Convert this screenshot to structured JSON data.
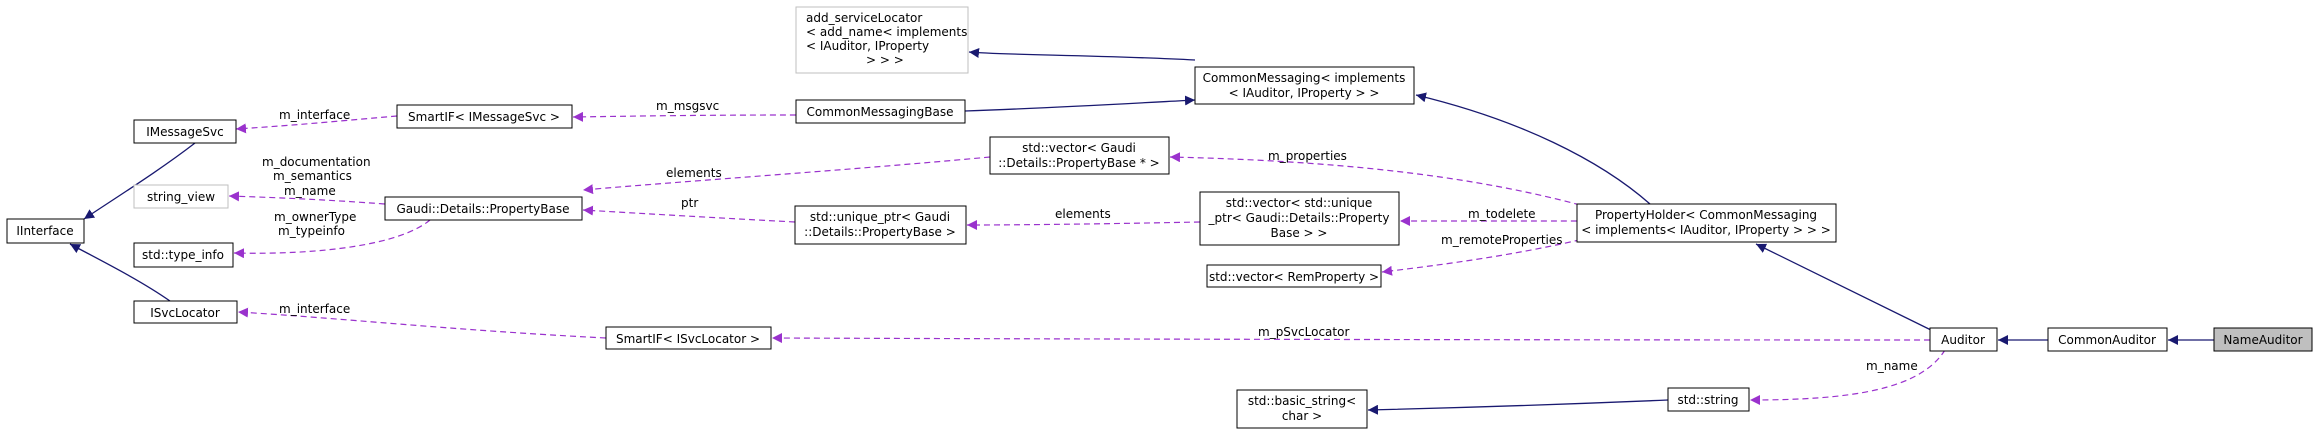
{
  "nodes": {
    "add_service_locator": [
      "add_serviceLocator",
      "< add_name< implements",
      "< IAuditor, IProperty",
      "> > >"
    ],
    "common_messaging": [
      "CommonMessaging< implements",
      "< IAuditor, IProperty > >"
    ],
    "imessage_svc": [
      "IMessageSvc"
    ],
    "smartif_imessagesvc": [
      "SmartIF< IMessageSvc >"
    ],
    "common_messaging_base": [
      "CommonMessagingBase"
    ],
    "string_view": [
      "string_view"
    ],
    "iinterface": [
      "IInterface"
    ],
    "property_base": [
      "Gaudi::Details::PropertyBase"
    ],
    "vector_property_base_ptr": [
      "std::vector< Gaudi",
      "::Details::PropertyBase * >"
    ],
    "type_info": [
      "std::type_info"
    ],
    "unique_ptr_property_base": [
      "std::unique_ptr< Gaudi",
      "::Details::PropertyBase >"
    ],
    "vector_unique_ptr": [
      "std::vector< std::unique",
      "_ptr< Gaudi::Details::Property",
      "Base > >"
    ],
    "property_holder": [
      "PropertyHolder< CommonMessaging",
      "< implements< IAuditor, IProperty > > >"
    ],
    "vector_remproperty": [
      "std::vector< RemProperty >"
    ],
    "isvc_locator": [
      "ISvcLocator"
    ],
    "smartif_isvclocator": [
      "SmartIF< ISvcLocator >"
    ],
    "auditor": [
      "Auditor"
    ],
    "common_auditor": [
      "CommonAuditor"
    ],
    "name_auditor": [
      "NameAuditor"
    ],
    "basic_string": [
      "std::basic_string<",
      "char >"
    ],
    "std_string": [
      "std::string"
    ]
  },
  "edge_labels": {
    "m_interface_msg": "m_interface",
    "m_msgsvc": "m_msgsvc",
    "m_documentation": "m_documentation",
    "m_semantics": "m_semantics",
    "m_name_pb": "m_name",
    "m_ownertype": "m_ownerType",
    "m_typeinfo": "m_typeinfo",
    "elements_top": "elements",
    "ptr": "ptr",
    "m_properties": "m_properties",
    "elements_mid": "elements",
    "m_todelete": "m_todelete",
    "m_remoteproperties": "m_remoteProperties",
    "m_interface_svc": "m_interface",
    "m_psvclocator": "m_pSvcLocator",
    "m_name_aud": "m_name"
  },
  "colors": {
    "inheritance": "#191970",
    "usage": "#9a32cd",
    "focus_fill": "#bfbfbf",
    "grey_border": "#bfbfbf"
  }
}
